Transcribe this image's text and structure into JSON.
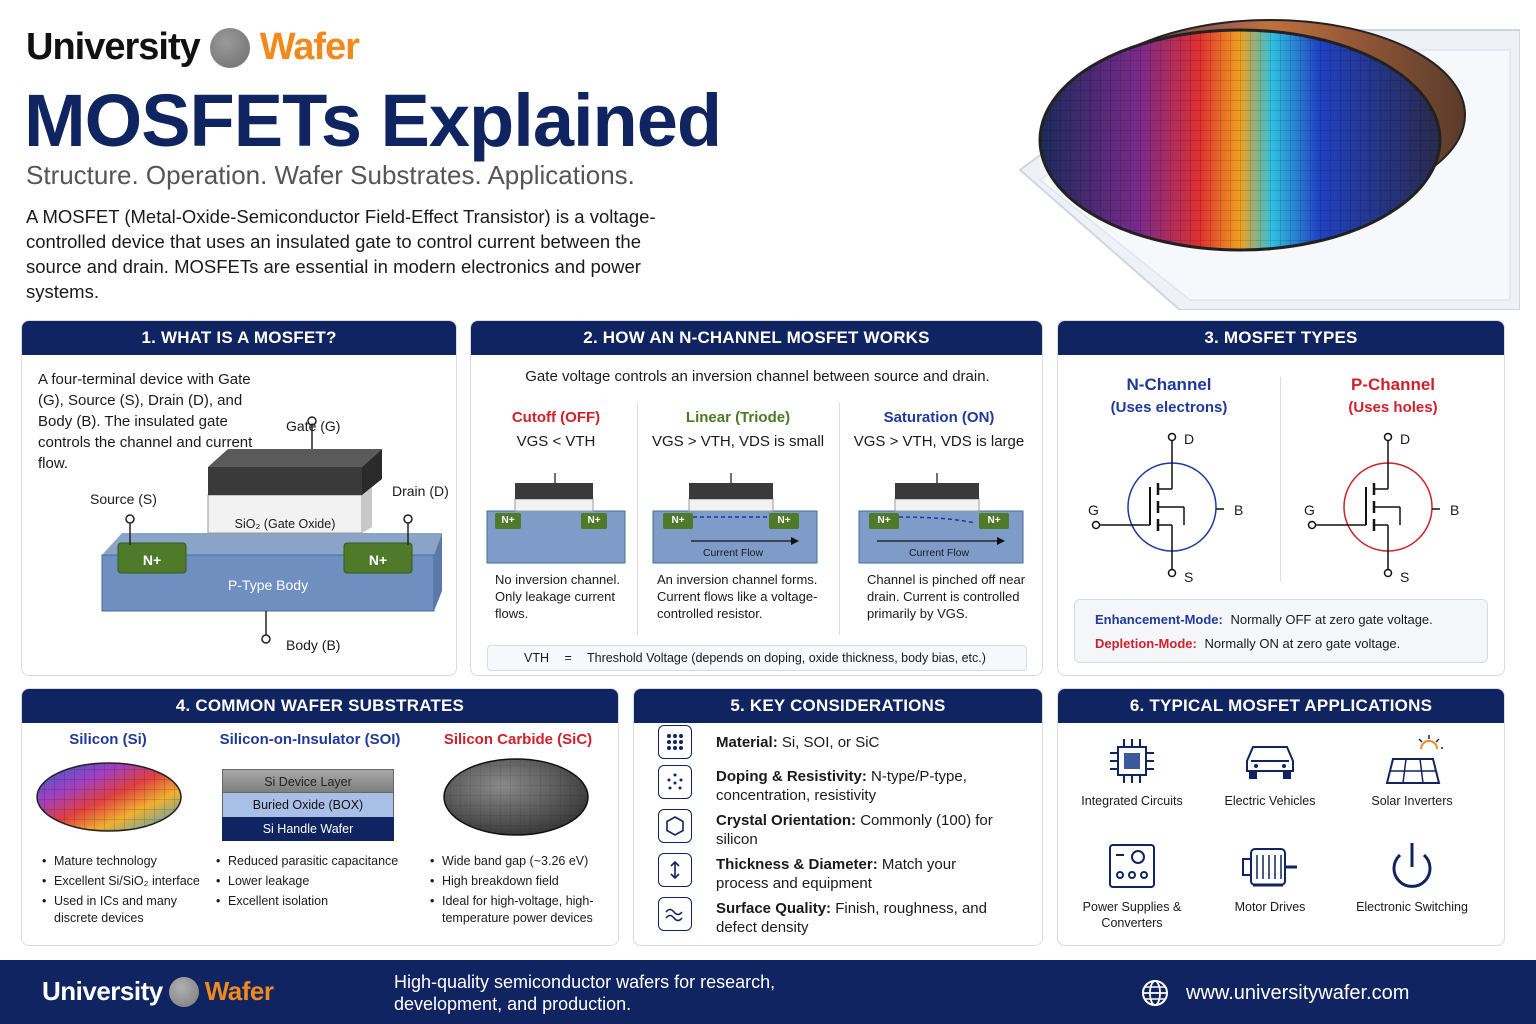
{
  "brand": {
    "name1": "University",
    "name2": "Wafer"
  },
  "header": {
    "title": "MOSFETs Explained",
    "subtitle": "Structure. Operation. Wafer Substrates. Applications.",
    "intro": "A MOSFET (Metal-Oxide-Semiconductor Field-Effect Transistor) is a voltage-controlled device that uses an insulated gate to control current between the source and drain. MOSFETs are essential in modern electronics and power systems."
  },
  "colors": {
    "navy": "#0f2460",
    "orange": "#f08a1c",
    "red": "#d0202a",
    "green": "#5a8a2a",
    "blue": "#1f3a9a"
  },
  "panel1": {
    "title": "1. WHAT IS A MOSFET?",
    "desc": "A four-terminal device with Gate (G), Source (S), Drain (D), and Body (B). The insulated gate controls the channel and current flow.",
    "gate": "Gate (G)",
    "source": "Source (S)",
    "drain": "Drain (D)",
    "body": "Body (B)",
    "oxide": "SiO₂ (Gate Oxide)",
    "nplus": "N+",
    "ptype": "P-Type Body"
  },
  "panel2": {
    "title": "2. HOW AN N-CHANNEL MOSFET WORKS",
    "intro": "Gate voltage controls an inversion channel between source and drain.",
    "modes": [
      {
        "name": "Cutoff (OFF)",
        "cond": "VGS < VTH",
        "desc": "No inversion channel. Only leakage current flows."
      },
      {
        "name": "Linear (Triode)",
        "cond": "VGS > VTH, VDS is small",
        "desc": "An inversion channel forms. Current flows like a voltage-controlled resistor."
      },
      {
        "name": "Saturation (ON)",
        "cond": "VGS > VTH, VDS is large",
        "desc": "Channel is pinched off near drain. Current is controlled primarily by VGS."
      }
    ],
    "current_flow": "Current Flow",
    "nplus": "N+",
    "vth_label": "VTH",
    "vth_eq": "=",
    "vth_desc": "Threshold Voltage (depends on doping, oxide thickness, body bias, etc.)"
  },
  "panel3": {
    "title": "3. MOSFET TYPES",
    "n_name": "N-Channel",
    "n_sub": "(Uses electrons)",
    "p_name": "P-Channel",
    "p_sub": "(Uses holes)",
    "term_d": "D",
    "term_g": "G",
    "term_s": "S",
    "term_b": "B",
    "enh_label": "Enhancement-Mode:",
    "enh_text": "Normally OFF at zero gate voltage.",
    "dep_label": "Depletion-Mode:",
    "dep_text": "Normally ON at zero gate voltage."
  },
  "panel4": {
    "title": "4. COMMON WAFER SUBSTRATES",
    "si": {
      "name": "Silicon (Si)",
      "bullets": [
        "Mature technology",
        "Excellent Si/SiO₂ interface",
        "Used in ICs and many discrete devices"
      ]
    },
    "soi": {
      "name": "Silicon-on-Insulator (SOI)",
      "layers": [
        "Si Device Layer",
        "Buried Oxide (BOX)",
        "Si Handle Wafer"
      ],
      "bullets": [
        "Reduced parasitic capacitance",
        "Lower leakage",
        "Excellent isolation"
      ]
    },
    "sic": {
      "name": "Silicon Carbide (SiC)",
      "bullets": [
        "Wide band gap (~3.26 eV)",
        "High breakdown field",
        "Ideal for high-voltage, high-temperature power devices"
      ]
    }
  },
  "panel5": {
    "title": "5. KEY CONSIDERATIONS",
    "items": [
      {
        "icon": "grid-icon",
        "label": "Material:",
        "text": "Si, SOI, or SiC"
      },
      {
        "icon": "dots-icon",
        "label": "Doping & Resistivity:",
        "text": "N-type/P-type, concentration, resistivity"
      },
      {
        "icon": "hexagon-icon",
        "label": "Crystal Orientation:",
        "text": "Commonly (100) for silicon"
      },
      {
        "icon": "arrows-icon",
        "label": "Thickness & Diameter:",
        "text": "Match your process and equipment"
      },
      {
        "icon": "wave-icon",
        "label": "Surface Quality:",
        "text": "Finish, roughness, and defect density"
      }
    ]
  },
  "panel6": {
    "title": "6. TYPICAL MOSFET APPLICATIONS",
    "apps": [
      {
        "icon": "chip-icon",
        "label": "Integrated Circuits"
      },
      {
        "icon": "car-icon",
        "label": "Electric Vehicles"
      },
      {
        "icon": "solar-icon",
        "label": "Solar Inverters"
      },
      {
        "icon": "power-supply-icon",
        "label": "Power Supplies & Converters"
      },
      {
        "icon": "motor-icon",
        "label": "Motor Drives"
      },
      {
        "icon": "power-icon",
        "label": "Electronic Switching"
      }
    ]
  },
  "footer": {
    "tagline": "High-quality semiconductor wafers for research, development, and production.",
    "website": "www.universitywafer.com"
  }
}
